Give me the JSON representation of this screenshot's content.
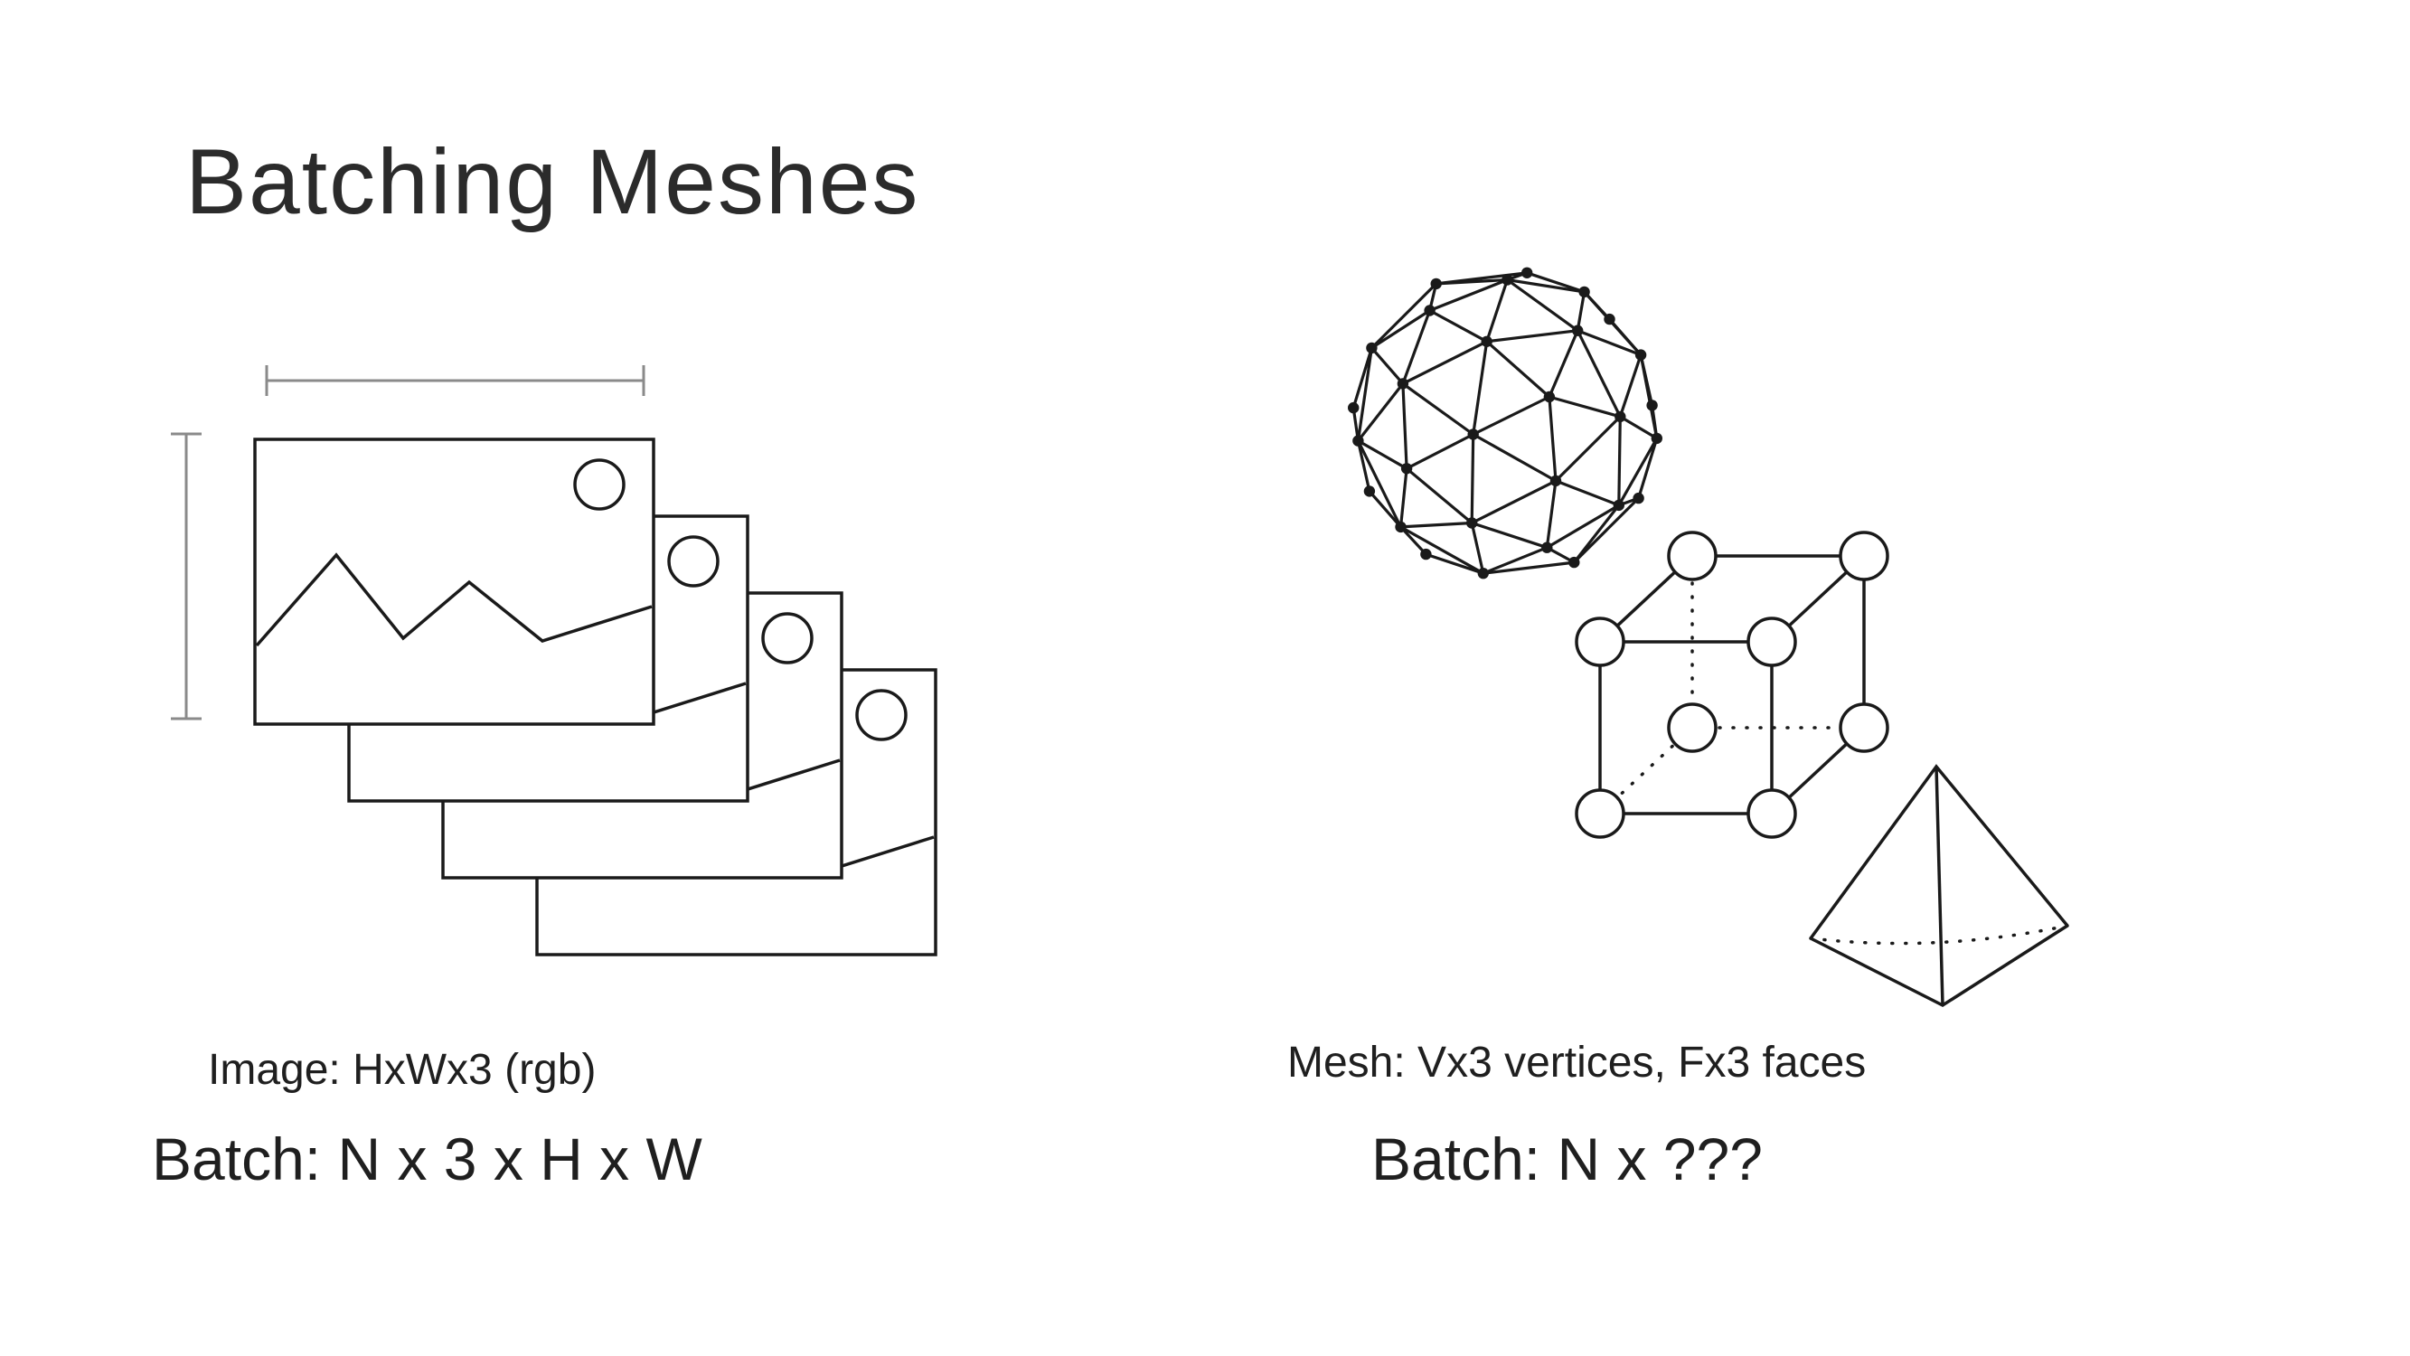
{
  "slide": {
    "title": "Batching Meshes",
    "left": {
      "caption": "Image: HxWx3 (rgb)",
      "batch_label": "Batch: N x 3 x H x W"
    },
    "right": {
      "caption": "Mesh: Vx3 vertices, Fx3 faces",
      "batch_label": "Batch: N x ???"
    },
    "colors": {
      "background": "#ffffff",
      "ink": "#1a1a1a",
      "dimension_line": "#8a8a8a",
      "text": "#1f1f1f"
    },
    "illustrations": {
      "image_stack": {
        "name": "image-thumbnails-stack",
        "count": 4
      },
      "width_bracket": "horizontal-width-dimension-bracket",
      "height_bracket": "vertical-height-dimension-bracket",
      "mesh_shapes": [
        "icosphere-wireframe",
        "cube-vertex-graph",
        "tetrahedron-wireframe"
      ]
    }
  }
}
